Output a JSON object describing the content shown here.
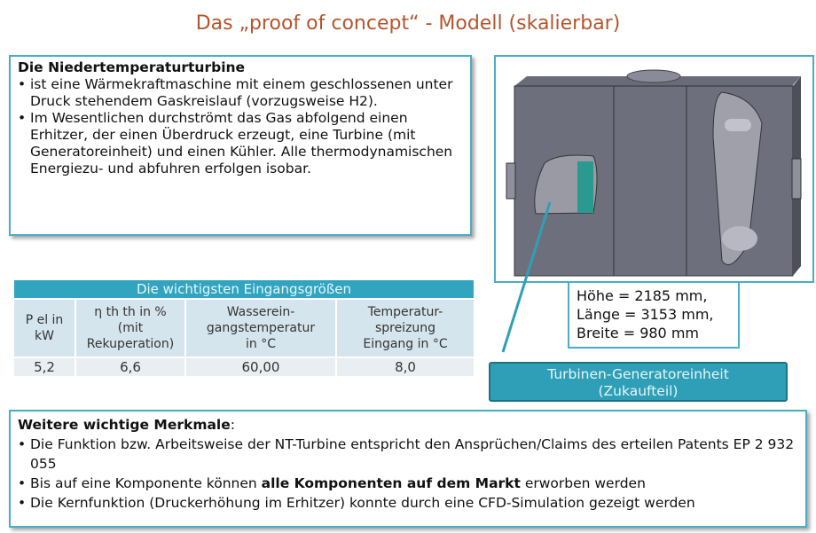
{
  "title": "Das „proof of concept“ - Modell (skalierbar)",
  "intro": {
    "heading": "Die Niedertemperaturturbine",
    "bullets": [
      "ist eine Wärmekraftmaschine mit einem geschlossenen unter Druck stehendem Gaskreislauf (vorzugsweise H2).",
      "Im Wesentlichen durchströmt das Gas abfolgend einen Erhitzer, der einen Überdruck erzeugt, eine Turbine (mit Generatoreinheit) und einen Kühler. Alle thermodynamischen Energiezu- und abfuhren erfolgen isobar."
    ]
  },
  "table": {
    "title": "Die wichtigsten Eingangsgrößen",
    "headers": [
      "P el in kW",
      "η th th in % (mit Rekuperation)",
      "Wasserein-gangstemperatur in °C",
      "Temperatur-spreizung Eingang in °C"
    ],
    "values": [
      "5,2",
      "6,6",
      "60,00",
      "8,0"
    ]
  },
  "dims": [
    "Höhe = 2185 mm,",
    "Länge = 3153 mm,",
    "Breite = 980 mm"
  ],
  "label": {
    "line1": "Turbinen-Generatoreinheit",
    "line2": "(Zukaufteil)"
  },
  "more": {
    "heading": "Weitere wichtige Merkmale",
    "colon": ":",
    "b1": "Die Funktion bzw. Arbeitsweise der NT-Turbine entspricht den Ansprüchen/Claims des erteilen Patents EP 2 932 055",
    "b2_pre": "Bis auf eine Komponente können ",
    "b2_bold": "alle Komponenten auf dem Markt",
    "b2_post": " erworben werden",
    "b3": "Die Kernfunktion (Druckerhöhung im Erhitzer) konnte durch eine CFD-Simulation gezeigt werden"
  },
  "colors": {
    "accent": "#4bacc6",
    "title": "#b4552d"
  }
}
